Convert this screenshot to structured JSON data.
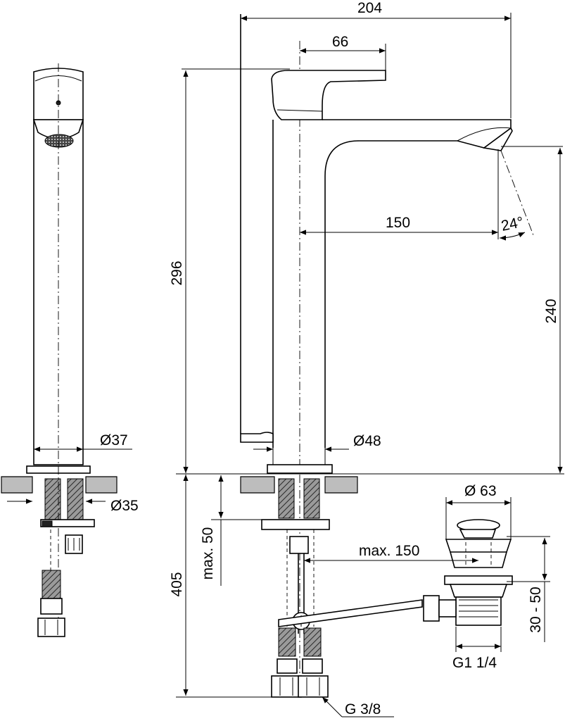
{
  "drawing": {
    "type": "tall basin mixer installation drawing",
    "units": "mm"
  },
  "dimensions": {
    "overall_width": "204",
    "handle_offset": "66",
    "spout_reach": "150",
    "spout_angle": "24°",
    "overall_height": "296",
    "spout_height": "240",
    "body_diameter_front": "Ø37",
    "hole_diameter": "Ø35",
    "base_diameter": "Ø48",
    "max_deck_thickness": "max. 50",
    "below_deck": "405",
    "max_pull_rod": "max. 150",
    "waste_diameter": "Ø 63",
    "waste_adjust": "30 - 50",
    "waste_thread": "G1 1/4",
    "hose_thread": "G 3/8"
  }
}
